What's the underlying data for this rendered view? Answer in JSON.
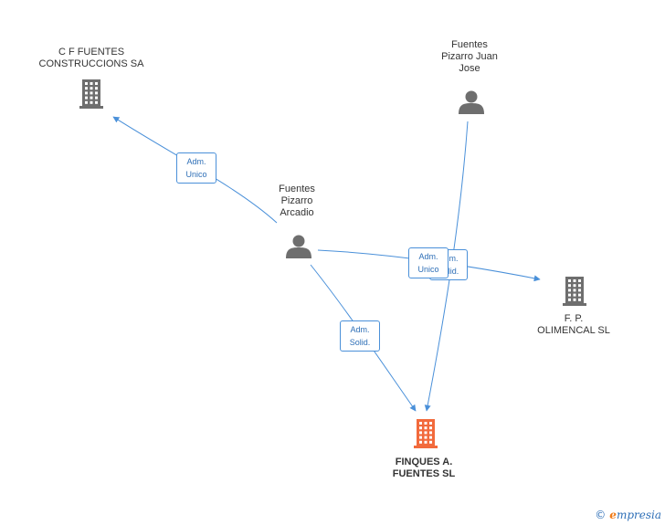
{
  "nodes": [
    {
      "id": "cf",
      "label": "C F FUENTES\nCONSTRUCCIONS SA",
      "kind": "company"
    },
    {
      "id": "juan",
      "label": "Fuentes\nPizarro Juan\nJose",
      "kind": "person"
    },
    {
      "id": "arcadio",
      "label": "Fuentes\nPizarro\nArcadio",
      "kind": "person"
    },
    {
      "id": "fp",
      "label": "F.  P.\nOLIMENCAL SL",
      "kind": "company"
    },
    {
      "id": "finques",
      "label": "FINQUES A.\nFUENTES SL",
      "kind": "company-main"
    }
  ],
  "edges": [
    {
      "from": "arcadio",
      "to": "cf",
      "label": "Adm.\nUnico"
    },
    {
      "from": "arcadio",
      "to": "fp",
      "label": "Adm.\nUnico"
    },
    {
      "from": "arcadio",
      "to": "finques",
      "label": "Adm.\nSolid."
    },
    {
      "from": "juan",
      "to": "finques",
      "label": "Adm.\nSolid."
    }
  ],
  "colors": {
    "edge": "#4a90d9",
    "icon": "#6e6e6e",
    "main_icon": "#f26a3c"
  },
  "brand": {
    "copyright": "©",
    "initial": "e",
    "rest": "mpresia"
  }
}
